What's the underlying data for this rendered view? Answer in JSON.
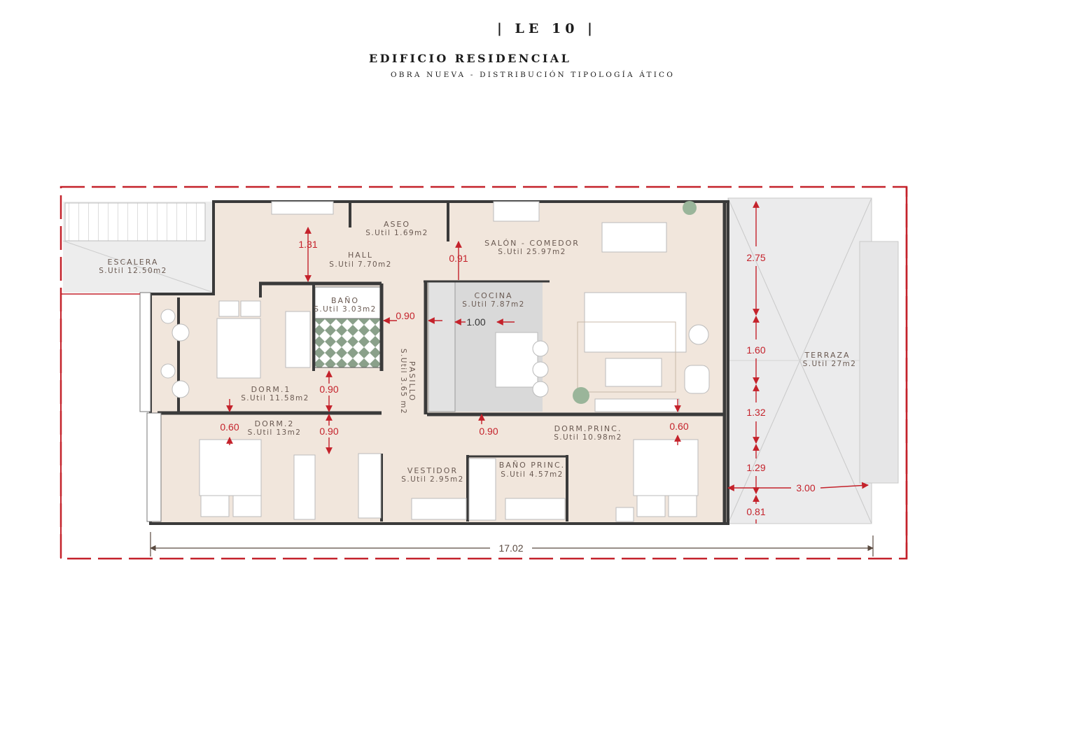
{
  "header": {
    "code": "| LE 10 |",
    "title": "EDIFICIO RESIDENCIAL",
    "subtitle": "OBRA NUEVA - DISTRIBUCIÓN TIPOLOGÍA ÁTICO"
  },
  "colors": {
    "floor": "#f1e6dc",
    "wall": "#3a3a3a",
    "boundary": "#c4222b",
    "dimension": "#c4222b",
    "terrace": "#e9e9ea",
    "kitchen": "#dadada"
  },
  "rooms": {
    "escalera": {
      "name": "ESCALERA",
      "area": "S.Util 12.50m2"
    },
    "aseo": {
      "name": "ASEO",
      "area": "S.Util 1.69m2"
    },
    "hall": {
      "name": "HALL",
      "area": "S.Util 7.70m2"
    },
    "salon": {
      "name": "SALÓN - COMEDOR",
      "area": "S.Util 25.97m2"
    },
    "bano": {
      "name": "BAÑO",
      "area": "S.Util 3.03m2"
    },
    "cocina": {
      "name": "COCINA",
      "area": "S.Util 7.87m2"
    },
    "pasillo": {
      "name": "PASILLO",
      "area": "S.Util 3.65 m2"
    },
    "dorm1": {
      "name": "DORM.1",
      "area": "S.Util 11.58m2"
    },
    "dorm2": {
      "name": "DORM.2",
      "area": "S.Util 13m2"
    },
    "vestidor": {
      "name": "VESTIDOR",
      "area": "S.Util 2.95m2"
    },
    "banoprinc": {
      "name": "BAÑO PRINC.",
      "area": "S.Util 4.57m2"
    },
    "dormprinc": {
      "name": "DORM.PRINC.",
      "area": "S.Util 10.98m2"
    },
    "terraza": {
      "name": "TERRAZA",
      "area": "S.Util 27m2"
    }
  },
  "dimensions": {
    "hall_depth": "1.31",
    "salon_door": "0.91",
    "bano_door": "0.90",
    "cocina_passage": "1.00",
    "dorm1_door": "0.90",
    "dorm2_side": "0.60",
    "dorm2_door": "0.90",
    "passage_center": "0.90",
    "dormprinc_side": "0.60",
    "terrace_1": "2.75",
    "terrace_2": "1.60",
    "terrace_3": "1.32",
    "terrace_4": "1.29",
    "terrace_5": "0.81",
    "terrace_width": "3.00",
    "total_length": "17.02"
  }
}
